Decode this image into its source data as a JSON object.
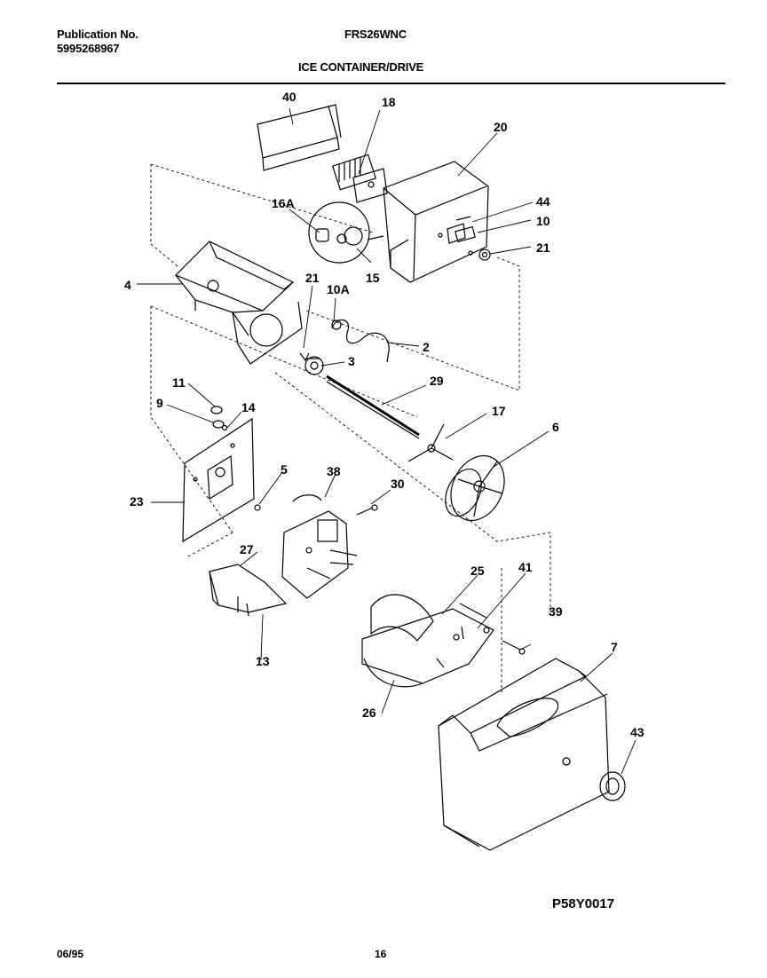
{
  "header": {
    "publication_label": "Publication No.",
    "publication_number": "5995268967",
    "model": "FRS26WNC",
    "section_title": "ICE CONTAINER/DRIVE"
  },
  "callouts": {
    "c40": "40",
    "c18": "18",
    "c20": "20",
    "c44": "44",
    "c16a": "16A",
    "c10": "10",
    "c21a": "21",
    "c15": "15",
    "c4": "4",
    "c21b": "21",
    "c10a": "10A",
    "c2": "2",
    "c3": "3",
    "c11": "11",
    "c29": "29",
    "c9": "9",
    "c14": "14",
    "c17": "17",
    "c6": "6",
    "c5": "5",
    "c38": "38",
    "c30": "30",
    "c23": "23",
    "c27": "27",
    "c25": "25",
    "c41": "41",
    "c39": "39",
    "c13": "13",
    "c7": "7",
    "c26": "26",
    "c43": "43"
  },
  "diagram_code": "P58Y0017",
  "footer": {
    "date": "06/95",
    "page": "16"
  }
}
